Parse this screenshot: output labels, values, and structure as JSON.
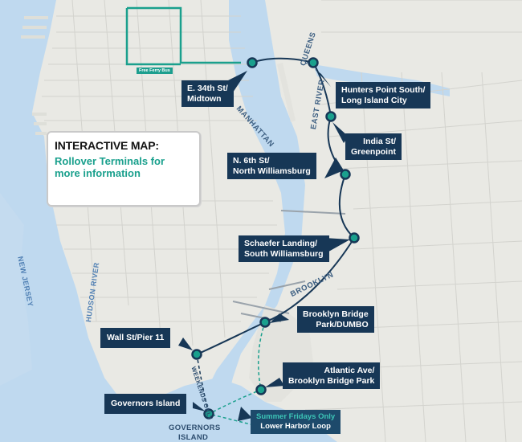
{
  "callout": {
    "title": "INTERACTIVE MAP:",
    "subtitle_line1": "Rollover Terminals for",
    "subtitle_line2": "more information"
  },
  "terminals": [
    {
      "id": "e34",
      "line1": "E. 34th St/",
      "line2": "Midtown"
    },
    {
      "id": "hunters",
      "line1": "Hunters Point South/",
      "line2": "Long Island City"
    },
    {
      "id": "india",
      "line1": "India St/",
      "line2": "Greenpoint"
    },
    {
      "id": "n6",
      "line1": "N. 6th St/",
      "line2": "North Williamsburg"
    },
    {
      "id": "schaefer",
      "line1": "Schaefer Landing/",
      "line2": "South Williamsburg"
    },
    {
      "id": "bbpark",
      "line1": "Brooklyn Bridge",
      "line2": "Park/DUMBO"
    },
    {
      "id": "wall",
      "line1": "Wall St/Pier 11",
      "line2": ""
    },
    {
      "id": "atlantic",
      "line1": "Atlantic Ave/",
      "line2": "Brooklyn Bridge Park"
    },
    {
      "id": "governors",
      "line1": "Governors Island",
      "line2": ""
    }
  ],
  "special_route": {
    "line1": "Summer Fridays Only",
    "line2": "Lower Harbor Loop"
  },
  "labels": {
    "queens": "QUEENS",
    "manhattan": "MANHATTAN",
    "east_river": "EAST RIVER",
    "brooklyn": "BROOKLYN",
    "new_jersey": "NEW JERSEY",
    "hudson_river": "HUDSON RIVER",
    "weekends_only": "WEEKENDS ONLY",
    "governors_island_1": "GOVERNORS",
    "governors_island_2": "ISLAND",
    "free_ferry_bus": "Free Ferry Bus"
  },
  "colors": {
    "water": "#bfd9ef",
    "land": "#e9e9e4",
    "label_bg": "#173756",
    "route": "#173756",
    "teal": "#1aa08d"
  }
}
